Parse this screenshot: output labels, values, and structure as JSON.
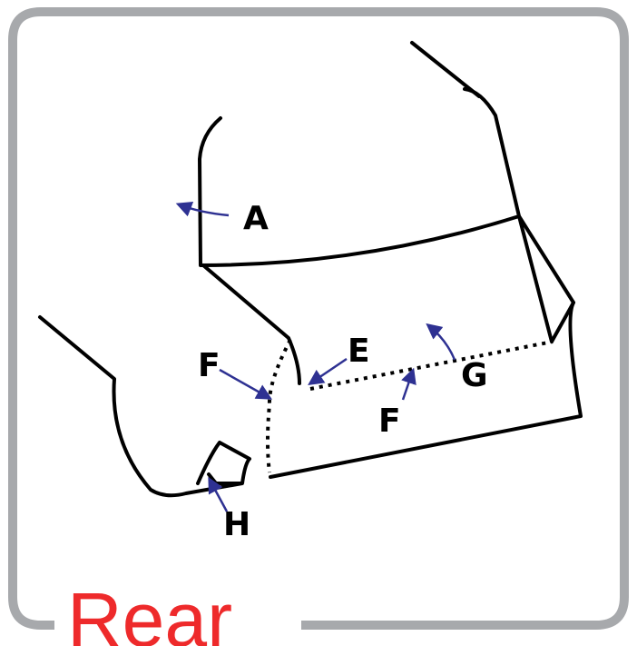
{
  "caption": "Rear",
  "labels": {
    "A": "A",
    "E": "E",
    "F_left": "F",
    "F_bottom": "F",
    "G": "G",
    "H": "H"
  },
  "colors": {
    "frame": "#a7a9ac",
    "caption": "#ee2a2b",
    "arrow": "#2e3192",
    "line": "#000000"
  }
}
